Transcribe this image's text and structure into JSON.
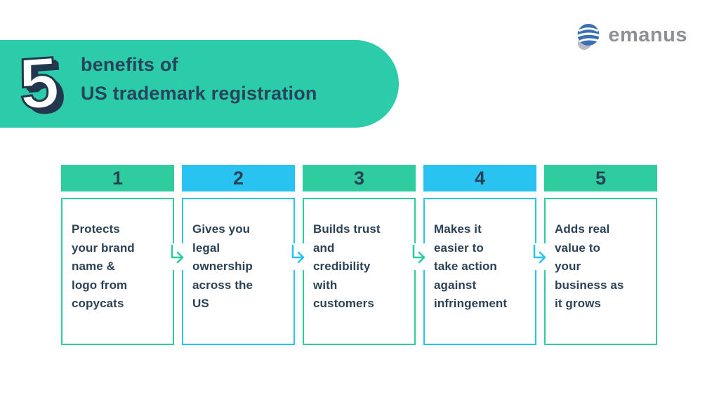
{
  "logo": {
    "text": "emanus",
    "icon": "emanus-sphere-icon",
    "text_color": "#8e9295",
    "icon_blue": "#3a6fb6",
    "icon_gray": "#b8bcbe"
  },
  "banner": {
    "big_number": "5",
    "title_line1": "benefits of",
    "title_line2": "US trademark registration",
    "background": "#2cccaa",
    "text_color": "#26445b"
  },
  "colors": {
    "green": "#2ecc9e",
    "cyan": "#29c3f2",
    "navy": "#2b4156",
    "card_background": "#ffffff",
    "page_background": "#ffffff"
  },
  "flow": {
    "columns": [
      {
        "number": "1",
        "color": "green",
        "text": "Protects\nyour brand\nname &\nlogo from\ncopycats"
      },
      {
        "number": "2",
        "color": "cyan",
        "text": "Gives you\nlegal\nownership\nacross the\nUS"
      },
      {
        "number": "3",
        "color": "green",
        "text": "Builds trust\nand\ncredibility\nwith\ncustomers"
      },
      {
        "number": "4",
        "color": "cyan",
        "text": "Makes it\neasier to\ntake action\nagainst\ninfringement"
      },
      {
        "number": "5",
        "color": "green",
        "text": "Adds real\nvalue to\nyour\nbusiness as\nit grows"
      }
    ],
    "arrows": [
      {
        "color": "green"
      },
      {
        "color": "cyan"
      },
      {
        "color": "green"
      },
      {
        "color": "cyan"
      }
    ]
  }
}
